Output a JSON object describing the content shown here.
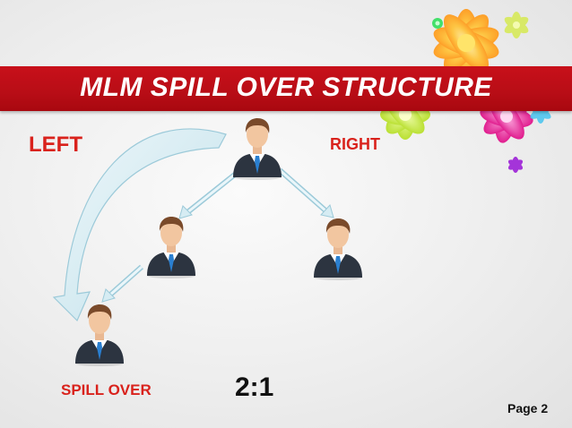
{
  "slide": {
    "title": "MLM SPILL OVER STRUCTURE",
    "left_label": "LEFT",
    "right_label": "RIGHT",
    "spill_label": "SPILL OVER",
    "ratio": "2:1",
    "page_label": "Page 2"
  },
  "colors": {
    "title_band": "#c00d16",
    "label_red": "#d9221c",
    "arrow_fill": "#a9d4e2",
    "suit": "#2c3440",
    "tie": "#2a7fd0"
  },
  "icons": [
    "businessman-icon",
    "flower-decoration"
  ]
}
